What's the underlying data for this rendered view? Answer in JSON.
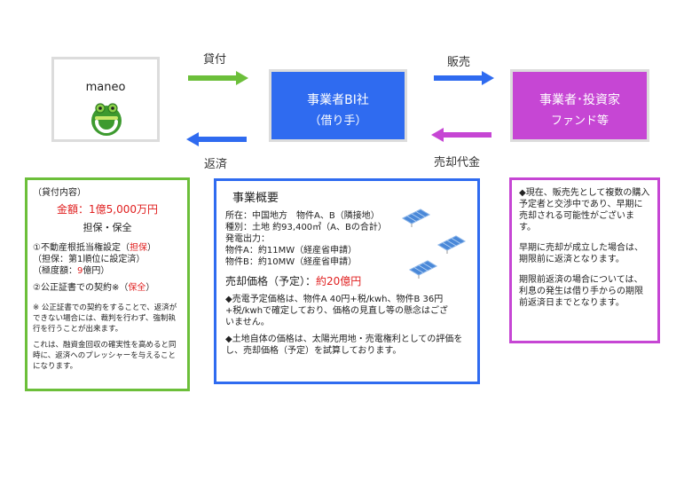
{
  "maneo": {
    "name": "maneo"
  },
  "borrower": {
    "line1": "事業者BI社",
    "line2": "（借り手）"
  },
  "investor": {
    "line1": "事業者･投資家",
    "line2": "ファンド等"
  },
  "arrows": {
    "lend": "貸付",
    "repay": "返済",
    "sell": "販売",
    "proceeds": "売却代金"
  },
  "colors": {
    "green": "#6cbf3a",
    "blue": "#2f6bf0",
    "purple": "#c646d4",
    "red": "#e02020"
  },
  "loan": {
    "heading": "（貸付内容）",
    "amount": "金額：1億5,000万円",
    "collateral_title": "担保・保全",
    "item1_prefix": "①不動産根抵当権設定（",
    "item1_tag": "担保",
    "item1_suffix": "）",
    "item1_detail1": "（担保：第1順位に設定済）",
    "item1_detail2_prefix": "（極度額：",
    "item1_detail2_value": "9",
    "item1_detail2_suffix": "億円）",
    "item2_prefix": "②公正証書での契約※（",
    "item2_tag": "保全",
    "item2_suffix": "）",
    "note1": "※ 公正証書での契約をすることで、返済ができない場合には、裁判を行わず、強制執行を行うことが出来ます。",
    "note2": "これは、融資金回収の確実性を高めると同時に、返済へのプレッシャーを与えることになります。"
  },
  "business": {
    "title": "事業概要",
    "location": "所在：中国地方　物件A、B（隣接地）",
    "type": "種別：土地 約93,400㎡（A、Bの合計）",
    "output_label": "発電出力：",
    "output_a": "物件A：約11MW（経産省申請）",
    "output_b": "物件B：約10MW（経産省申請）",
    "price_label": "売却価格（予定）：",
    "price_value": "約20億円",
    "note1": "◆売電予定価格は、物件A 40円+税/kwh、物件B 36円+税/kwhで確定しており、価格の見直し等の懸念はございません。",
    "note2": "◆土地自体の価格は、太陽光用地・売電権利としての評価をし、売却価格（予定）を試算しております。"
  },
  "status": {
    "p1": "◆現在、販売先として複数の購入予定者と交渉中であり、早期に売却される可能性がございます。",
    "p2": "早期に売却が成立した場合は、期限前に返済となります。",
    "p3": "期限前返済の場合については、利息の発生は借り手からの期限前返済日までとなります。"
  },
  "icons": [
    "frog-logo-icon",
    "solar-panel-icon"
  ]
}
